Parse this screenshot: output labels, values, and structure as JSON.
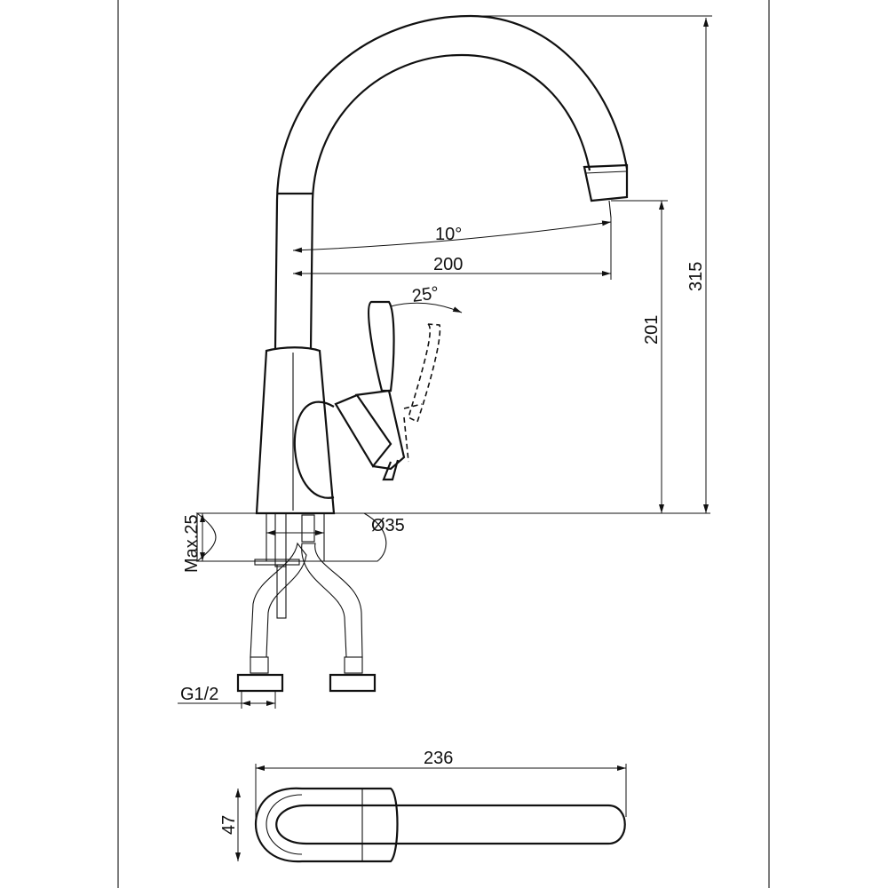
{
  "title": "Kitchen faucet dimension drawing",
  "dimensions": {
    "spout_angle": "10°",
    "spout_reach": "200",
    "lever_angle": "25°",
    "spout_height": "201",
    "total_height": "315",
    "hole_diameter": "Ø35",
    "max_counter_thickness": "Max.25",
    "connection_thread": "G1/2",
    "top_view_length": "236",
    "top_view_width": "47"
  },
  "colors": {
    "line": "#111111",
    "background": "#ffffff"
  }
}
